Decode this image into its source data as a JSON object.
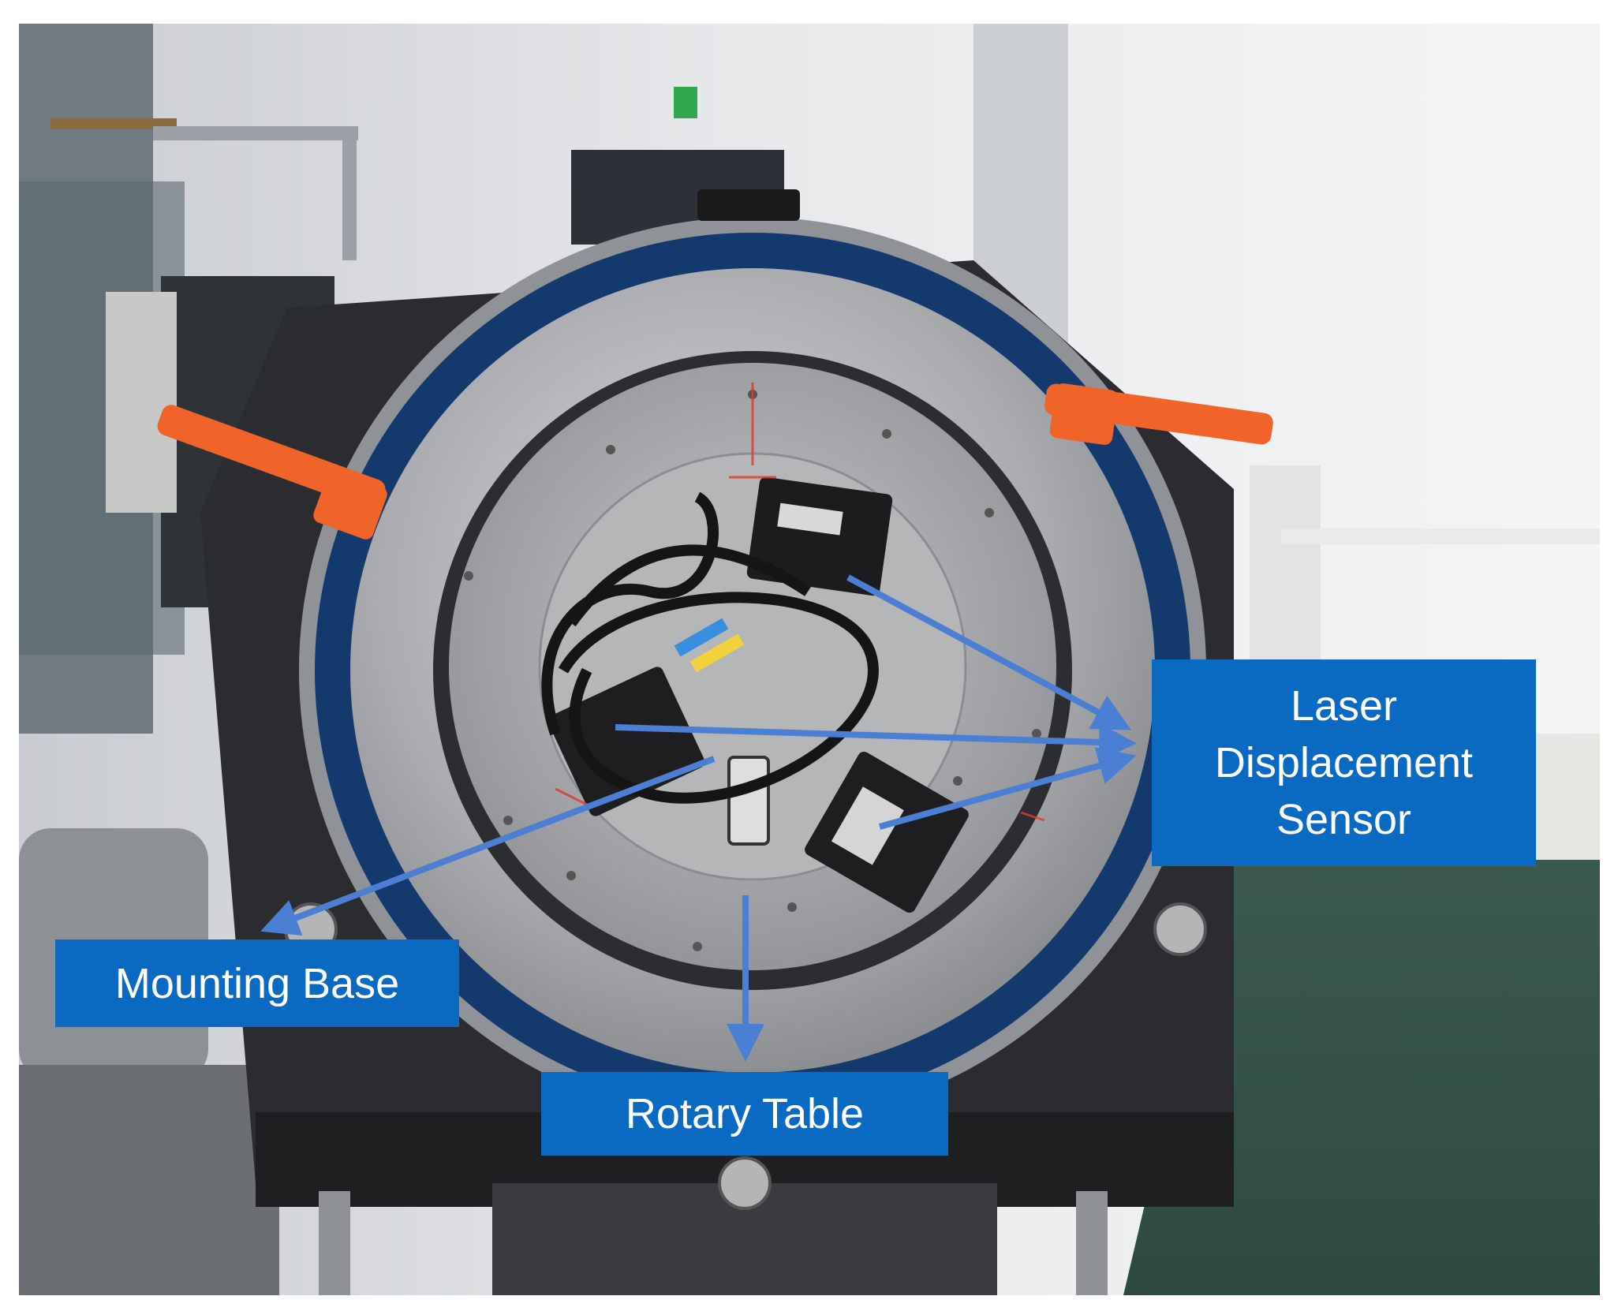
{
  "labels": {
    "laser_sensor": "Laser Displacement Sensor",
    "mounting_base": "Mounting Base",
    "rotary_table": "Rotary Table"
  },
  "colors": {
    "callout_bg": "#0a6ac2",
    "callout_text": "#ffffff",
    "arrow": "#4a7fd4",
    "handle": "#f0642a",
    "ring_blue": "#123a6e"
  }
}
